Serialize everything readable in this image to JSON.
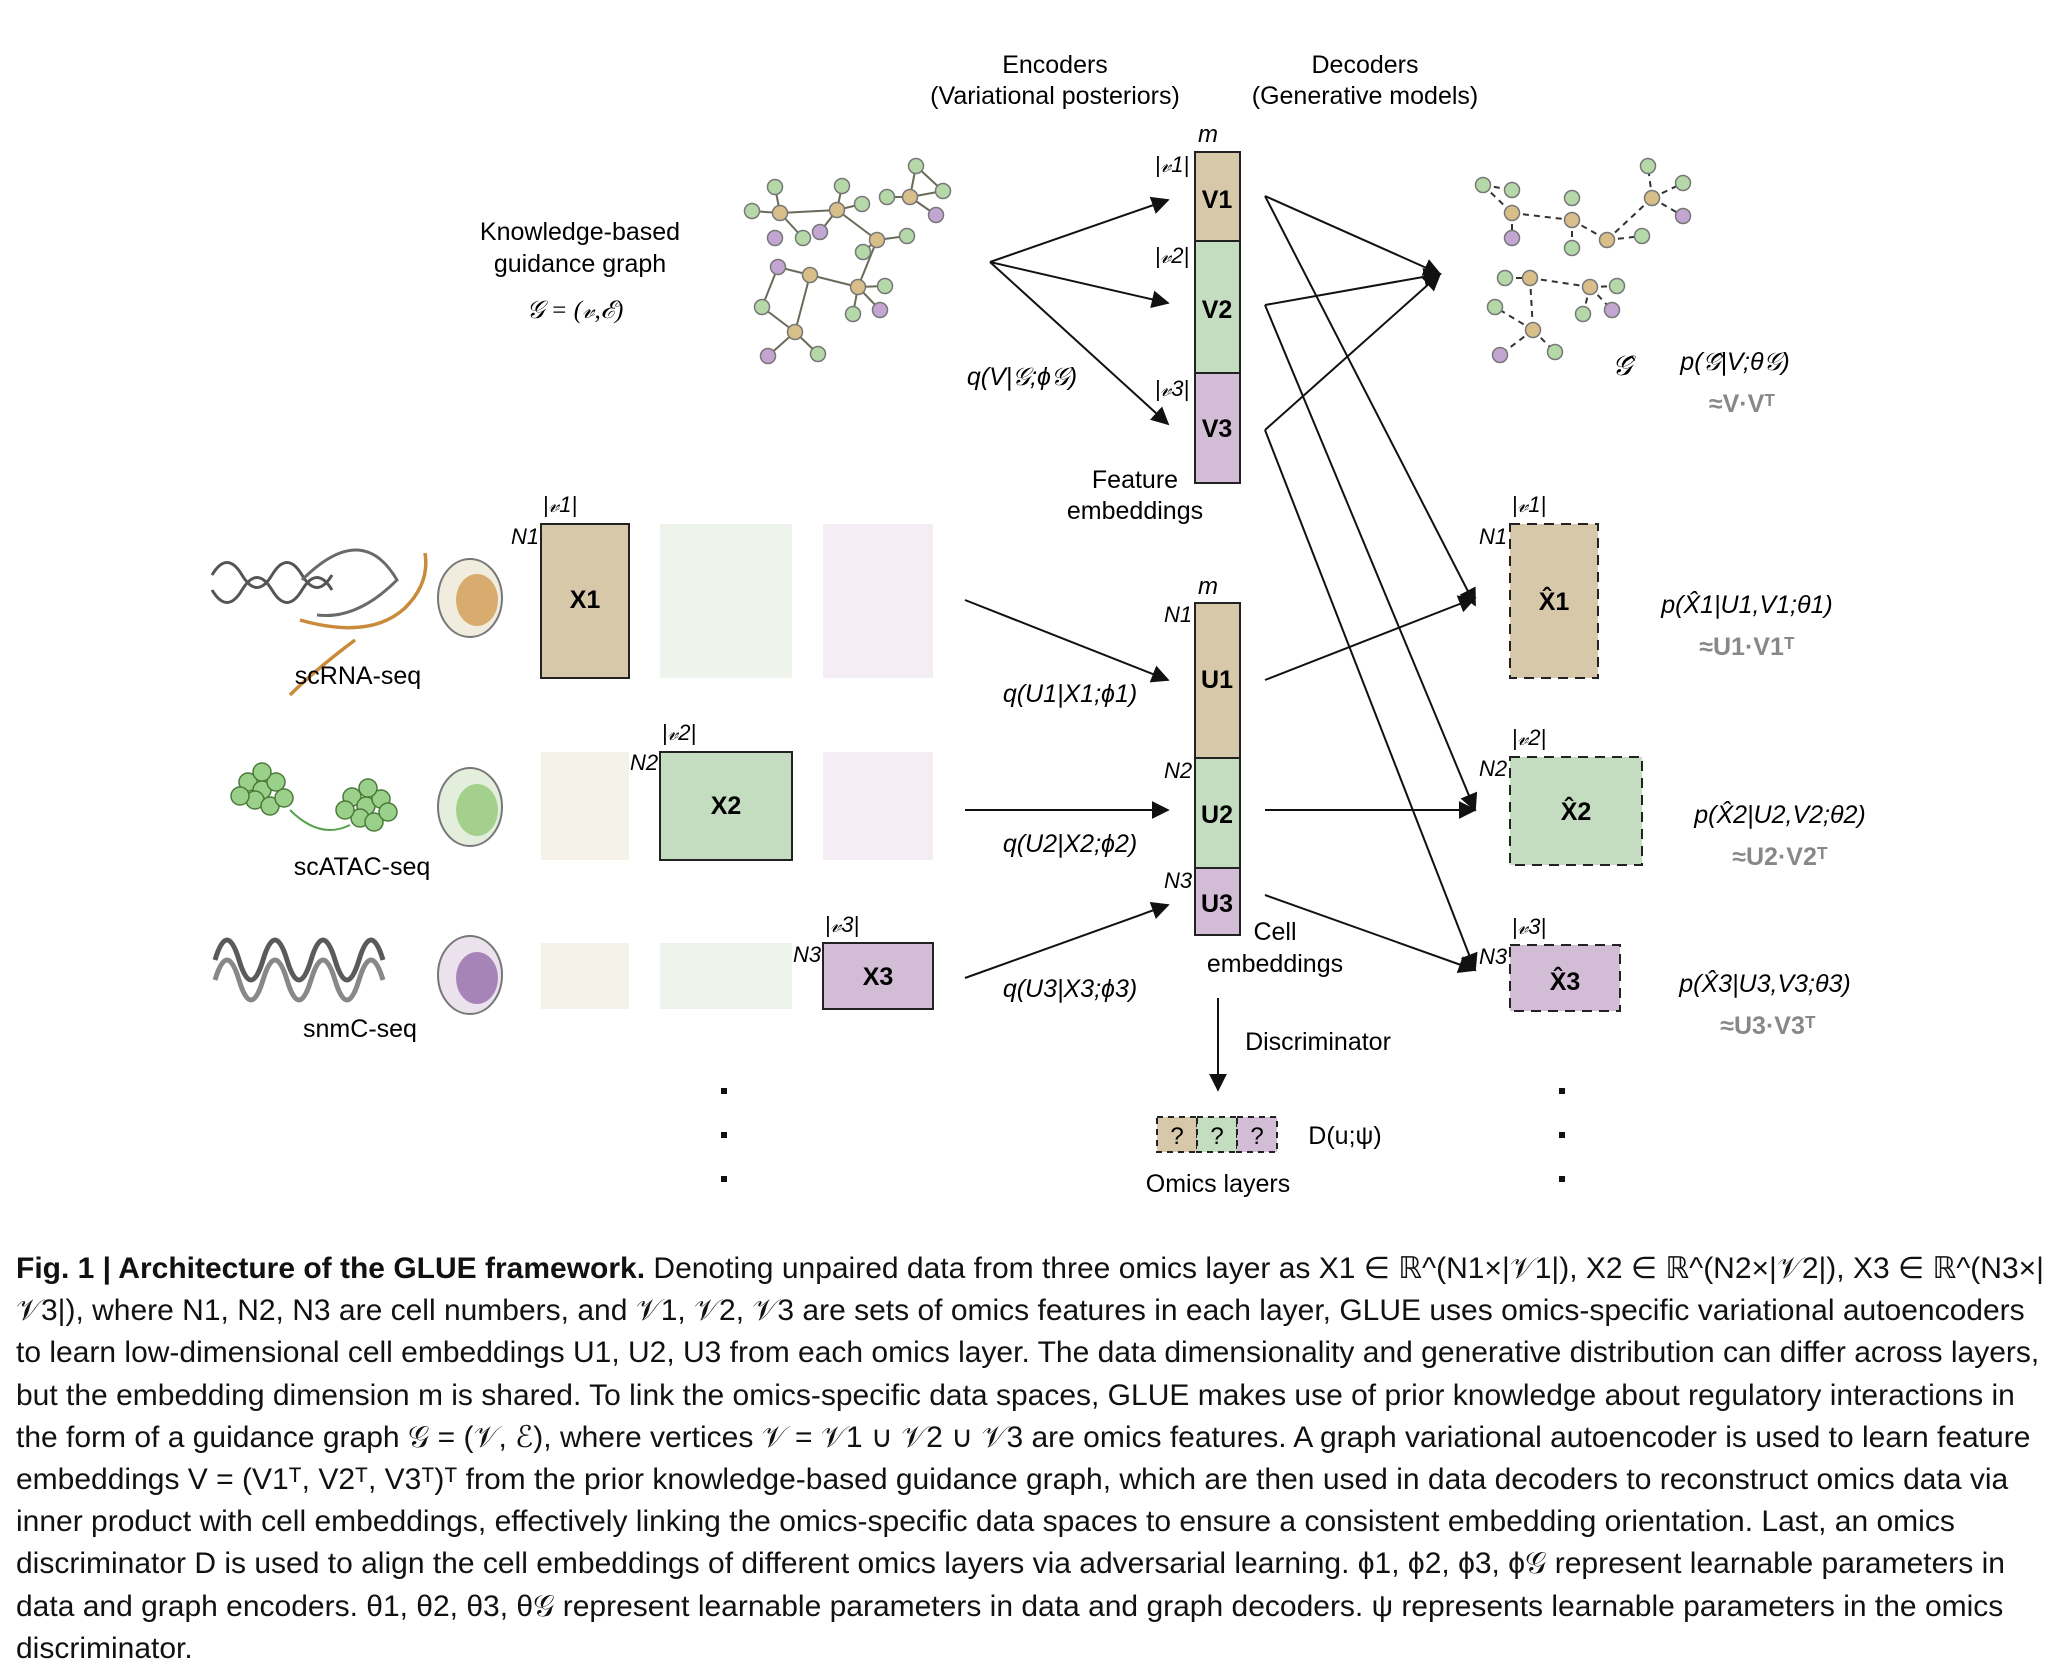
{
  "figure": {
    "encoders_title": [
      "Encoders",
      "(Variational posteriors)"
    ],
    "decoders_title": [
      "Decoders",
      "(Generative models)"
    ],
    "guidance_graph_label": [
      "Knowledge-based",
      "guidance graph"
    ],
    "guidance_graph_formula": "𝒢 = (𝓋,ℰ)",
    "graph_encoder_label": "q(V|𝒢;ϕ𝒢)",
    "feature_embeddings_label": [
      "Feature",
      "embeddings"
    ],
    "feature_dim_label": "m",
    "v_blocks": [
      {
        "label": "V1",
        "dim": "|𝓋1|",
        "color": "#d6c8a8"
      },
      {
        "label": "V2",
        "dim": "|𝓋2|",
        "color": "#c4dcc0"
      },
      {
        "label": "V3",
        "dim": "|𝓋3|",
        "color": "#d3bcd6"
      }
    ],
    "reconstructed_graph_symbol": "𝒢̂",
    "graph_decoder_formula": [
      "p(𝒢̂|V;θ𝒢)",
      "≈V·Vᵀ"
    ],
    "omics": [
      {
        "name": "scRNA-seq",
        "matrix": "X1",
        "rows": "N1",
        "cols": "|𝓋1|",
        "encoder": "q(U1|X1;ϕ1)",
        "recon": "X̂1",
        "decoder": [
          "p(X̂1|U1,V1;θ1)",
          "≈U1·V1ᵀ"
        ],
        "color": "#d6c8a8"
      },
      {
        "name": "scATAC-seq",
        "matrix": "X2",
        "rows": "N2",
        "cols": "|𝓋2|",
        "encoder": "q(U2|X2;ϕ2)",
        "recon": "X̂2",
        "decoder": [
          "p(X̂2|U2,V2;θ2)",
          "≈U2·V2ᵀ"
        ],
        "color": "#c4dcc0"
      },
      {
        "name": "snmC-seq",
        "matrix": "X3",
        "rows": "N3",
        "cols": "|𝓋3|",
        "encoder": "q(U3|X3;ϕ3)",
        "recon": "X̂3",
        "decoder": [
          "p(X̂3|U3,V3;θ3)",
          "≈U3·V3ᵀ"
        ],
        "color": "#d3bcd6"
      }
    ],
    "u_blocks": [
      {
        "label": "U1",
        "rows": "N1"
      },
      {
        "label": "U2",
        "rows": "N2"
      },
      {
        "label": "U3",
        "rows": "N3"
      }
    ],
    "cell_dim_label": "m",
    "cell_embeddings_label": [
      "Cell",
      "embeddings"
    ],
    "discriminator_label": "Discriminator",
    "discriminator_cells": [
      "?",
      "?",
      "?"
    ],
    "discriminator_formula": "D(u;ψ)",
    "omics_layers_label": "Omics layers"
  },
  "caption": {
    "heading": "Fig. 1 | Architecture of the GLUE framework.",
    "body": " Denoting unpaired data from three omics layer as X1 ∈ ℝ^(N1×|𝒱1|), X2 ∈ ℝ^(N2×|𝒱2|), X3 ∈ ℝ^(N3×|𝒱3|), where N1, N2, N3 are cell numbers, and 𝒱1, 𝒱2, 𝒱3 are sets of omics features in each layer, GLUE uses omics-specific variational autoencoders to learn low-dimensional cell embeddings U1, U2, U3 from each omics layer. The data dimensionality and generative distribution can differ across layers, but the embedding dimension m is shared. To link the omics-specific data spaces, GLUE makes use of prior knowledge about regulatory interactions in the form of a guidance graph 𝒢 = (𝒱, ℰ), where vertices 𝒱 = 𝒱1 ∪ 𝒱2 ∪ 𝒱3 are omics features. A graph variational autoencoder is used to learn feature embeddings V = (V1ᵀ, V2ᵀ, V3ᵀ)ᵀ from the prior knowledge-based guidance graph, which are then used in data decoders to reconstruct omics data via inner product with cell embeddings, effectively linking the omics-specific data spaces to ensure a consistent embedding orientation. Last, an omics discriminator D is used to align the cell embeddings of different omics layers via adversarial learning. ϕ1, ϕ2, ϕ3, ϕ𝒢 represent learnable parameters in data and graph encoders. θ1, θ2, θ3, θ𝒢 represent learnable parameters in data and graph decoders. ψ represents learnable parameters in the omics discriminator."
  }
}
